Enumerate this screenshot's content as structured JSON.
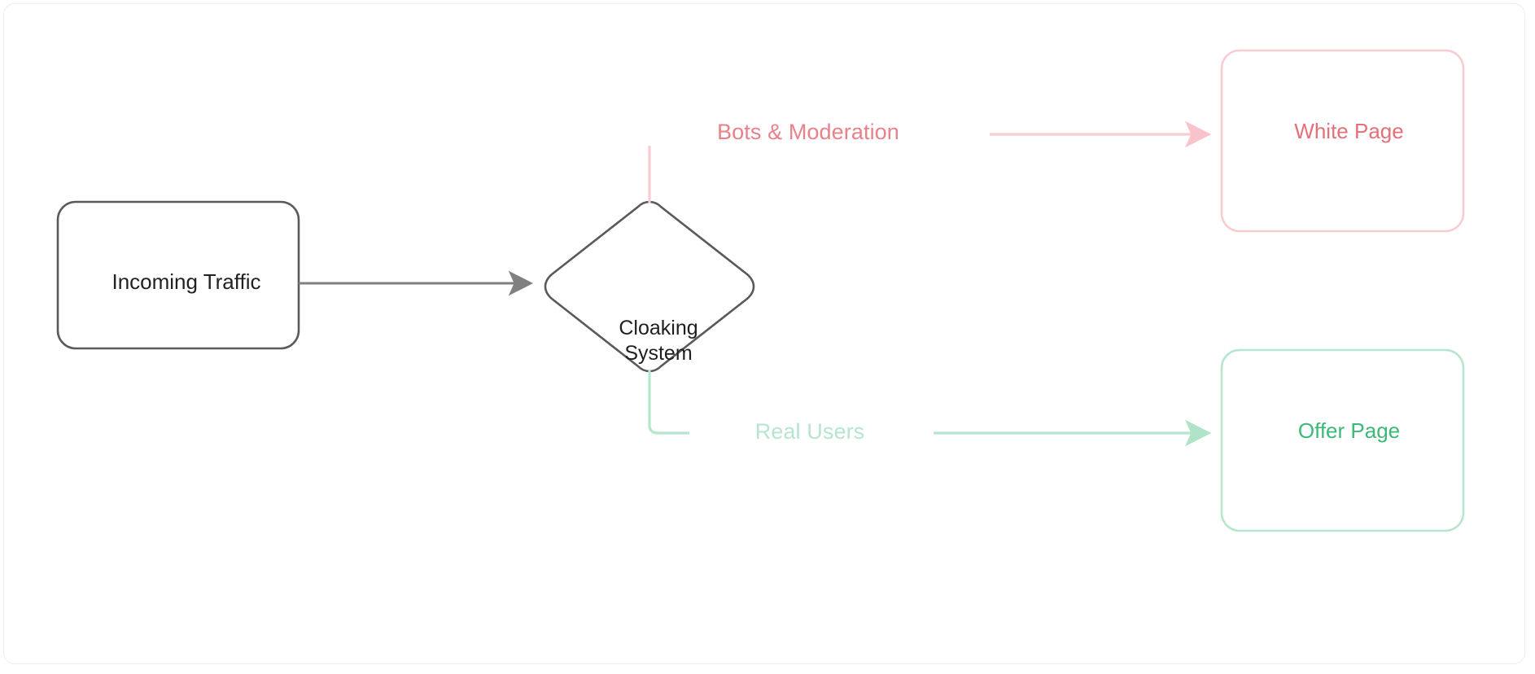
{
  "diagram": {
    "title": "Cloaking System Traffic Routing Flowchart",
    "type": "flowchart",
    "direction": "left-to-right",
    "background_color": "#ffffff",
    "card_border_color": "#ededed"
  },
  "nodes": {
    "incoming_traffic": {
      "label": "Incoming Traffic",
      "shape": "rounded-rectangle",
      "border_color": "#5a5a5a",
      "text_color": "#222222",
      "fill": "#ffffff"
    },
    "cloaking_system": {
      "label": "Cloaking\nSystem",
      "shape": "diamond",
      "border_color": "#5a5a5a",
      "text_color": "#1f1f1f",
      "fill": "#ffffff"
    },
    "white_page": {
      "label": "White Page",
      "shape": "rounded-rectangle",
      "border_color": "#f8cdd2",
      "text_color": "#e4707a",
      "fill": "#ffffff"
    },
    "offer_page": {
      "label": "Offer Page",
      "shape": "rounded-rectangle",
      "border_color": "#b6e6cd",
      "text_color": "#3cb878",
      "fill": "#ffffff"
    }
  },
  "edges": [
    {
      "id": "traffic-to-cloaking",
      "from": "incoming_traffic",
      "to": "cloaking_system",
      "label": "",
      "color": "#808080",
      "style": "solid-arrow"
    },
    {
      "id": "cloaking-to-white-page",
      "from": "cloaking_system",
      "to": "white_page",
      "label": "Bots & Moderation",
      "color": "#f8cdd2",
      "label_color": "#e8818a",
      "style": "elbow-arrow"
    },
    {
      "id": "cloaking-to-offer-page",
      "from": "cloaking_system",
      "to": "offer_page",
      "label": "Real Users",
      "color": "#b6e6cd",
      "label_color": "#b6e6cd",
      "style": "elbow-arrow"
    }
  ]
}
